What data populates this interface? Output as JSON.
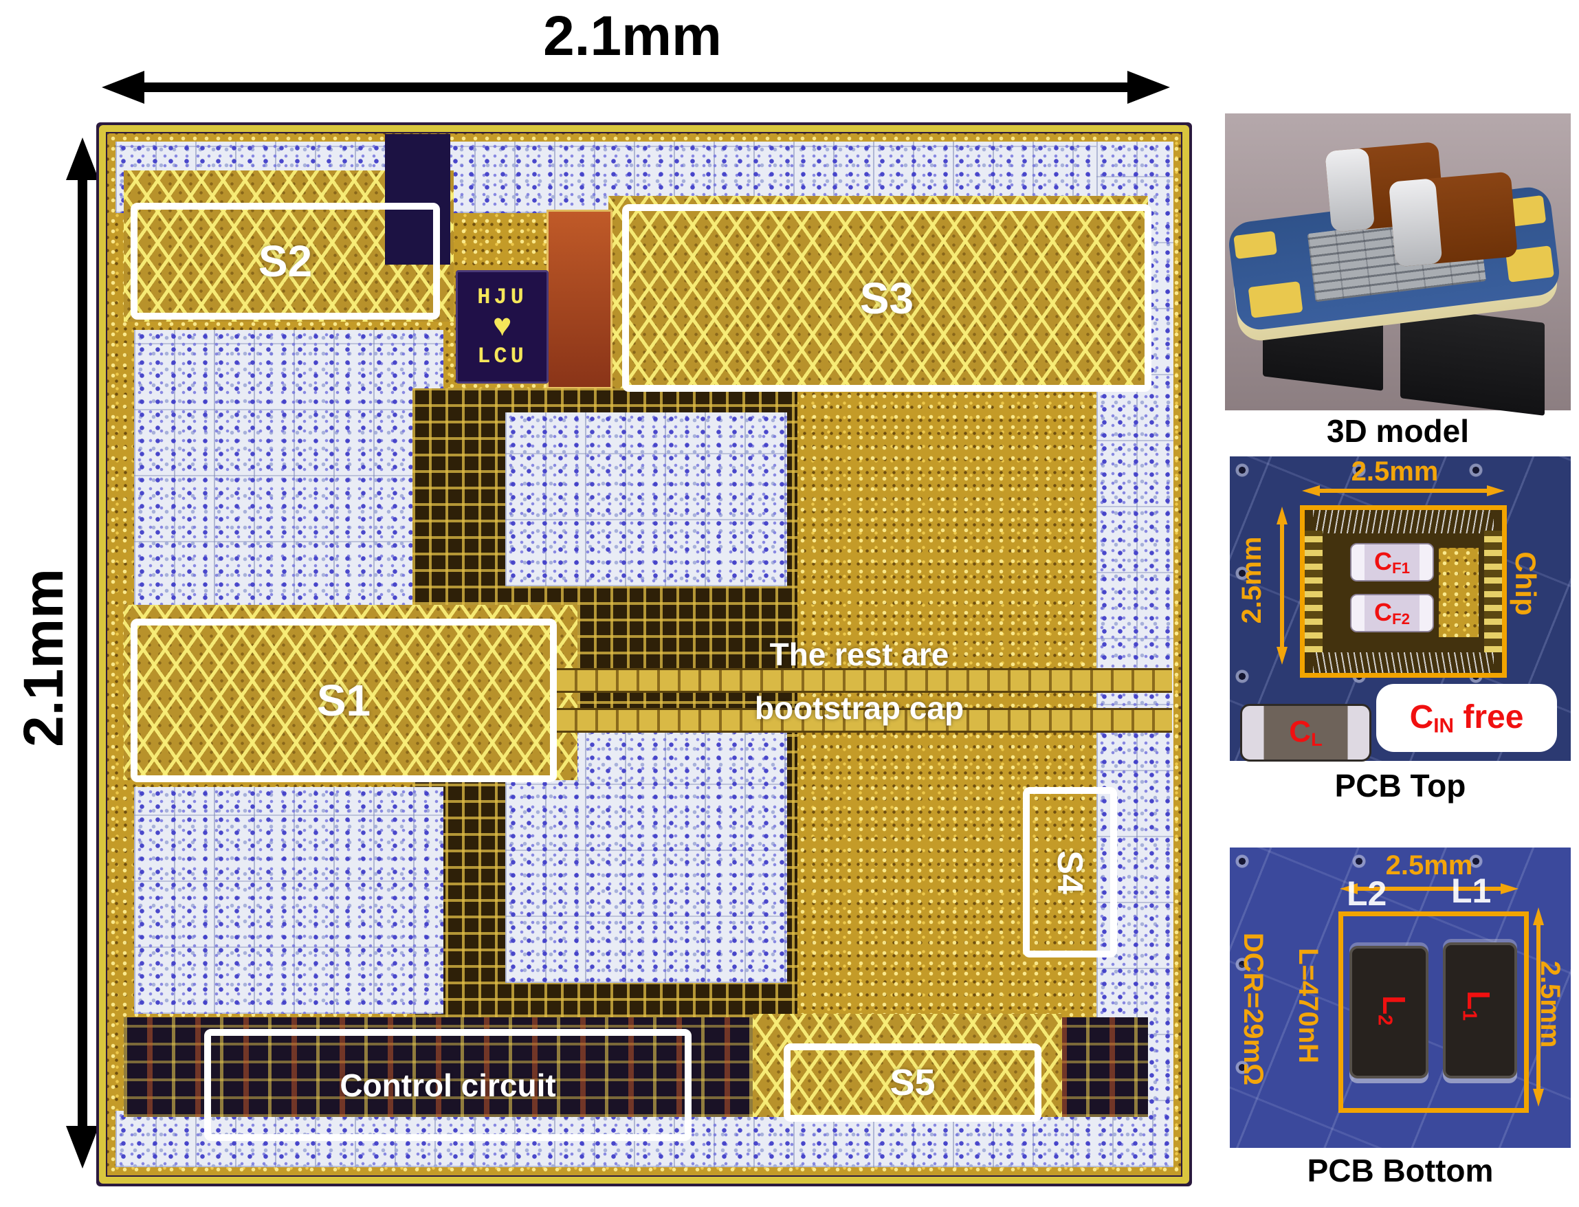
{
  "die": {
    "dim_top": "2.1mm",
    "dim_left": "2.1mm",
    "labels": {
      "s1": "S1",
      "s2": "S2",
      "s3": "S3",
      "s4": "S4",
      "s5": "S5",
      "control": "Control circuit",
      "rest_line1": "The rest are",
      "rest_line2": "bootstrap cap"
    },
    "logo": {
      "line1": "HJU",
      "heart": "♥",
      "line2": "LCU"
    }
  },
  "panels": {
    "model3d": {
      "caption": "3D model"
    },
    "pcb_top": {
      "caption": "PCB Top",
      "dim_width": "2.5mm",
      "dim_height": "2.5mm",
      "chip": "Chip",
      "cf1": {
        "main": "C",
        "sub": "F1"
      },
      "cf2": {
        "main": "C",
        "sub": "F2"
      },
      "cl": {
        "main": "C",
        "sub": "L"
      },
      "cin": {
        "main": "C",
        "sub": "IN",
        "rest": " free"
      }
    },
    "pcb_bottom": {
      "caption": "PCB Bottom",
      "dim_width": "2.5mm",
      "dim_height": "2.5mm",
      "inductance": "L=470nH",
      "dcr": "DCR=29mΩ",
      "l1": {
        "main": "L",
        "sub": "1"
      },
      "l2": {
        "main": "L",
        "sub": "2"
      },
      "silk_l1": "L1",
      "silk_l2": "L2"
    }
  },
  "colors": {
    "annotation_orange": "#F3A50A",
    "annotation_red": "#F01010",
    "label_white": "#FFFFFF",
    "dim_black": "#000000"
  }
}
